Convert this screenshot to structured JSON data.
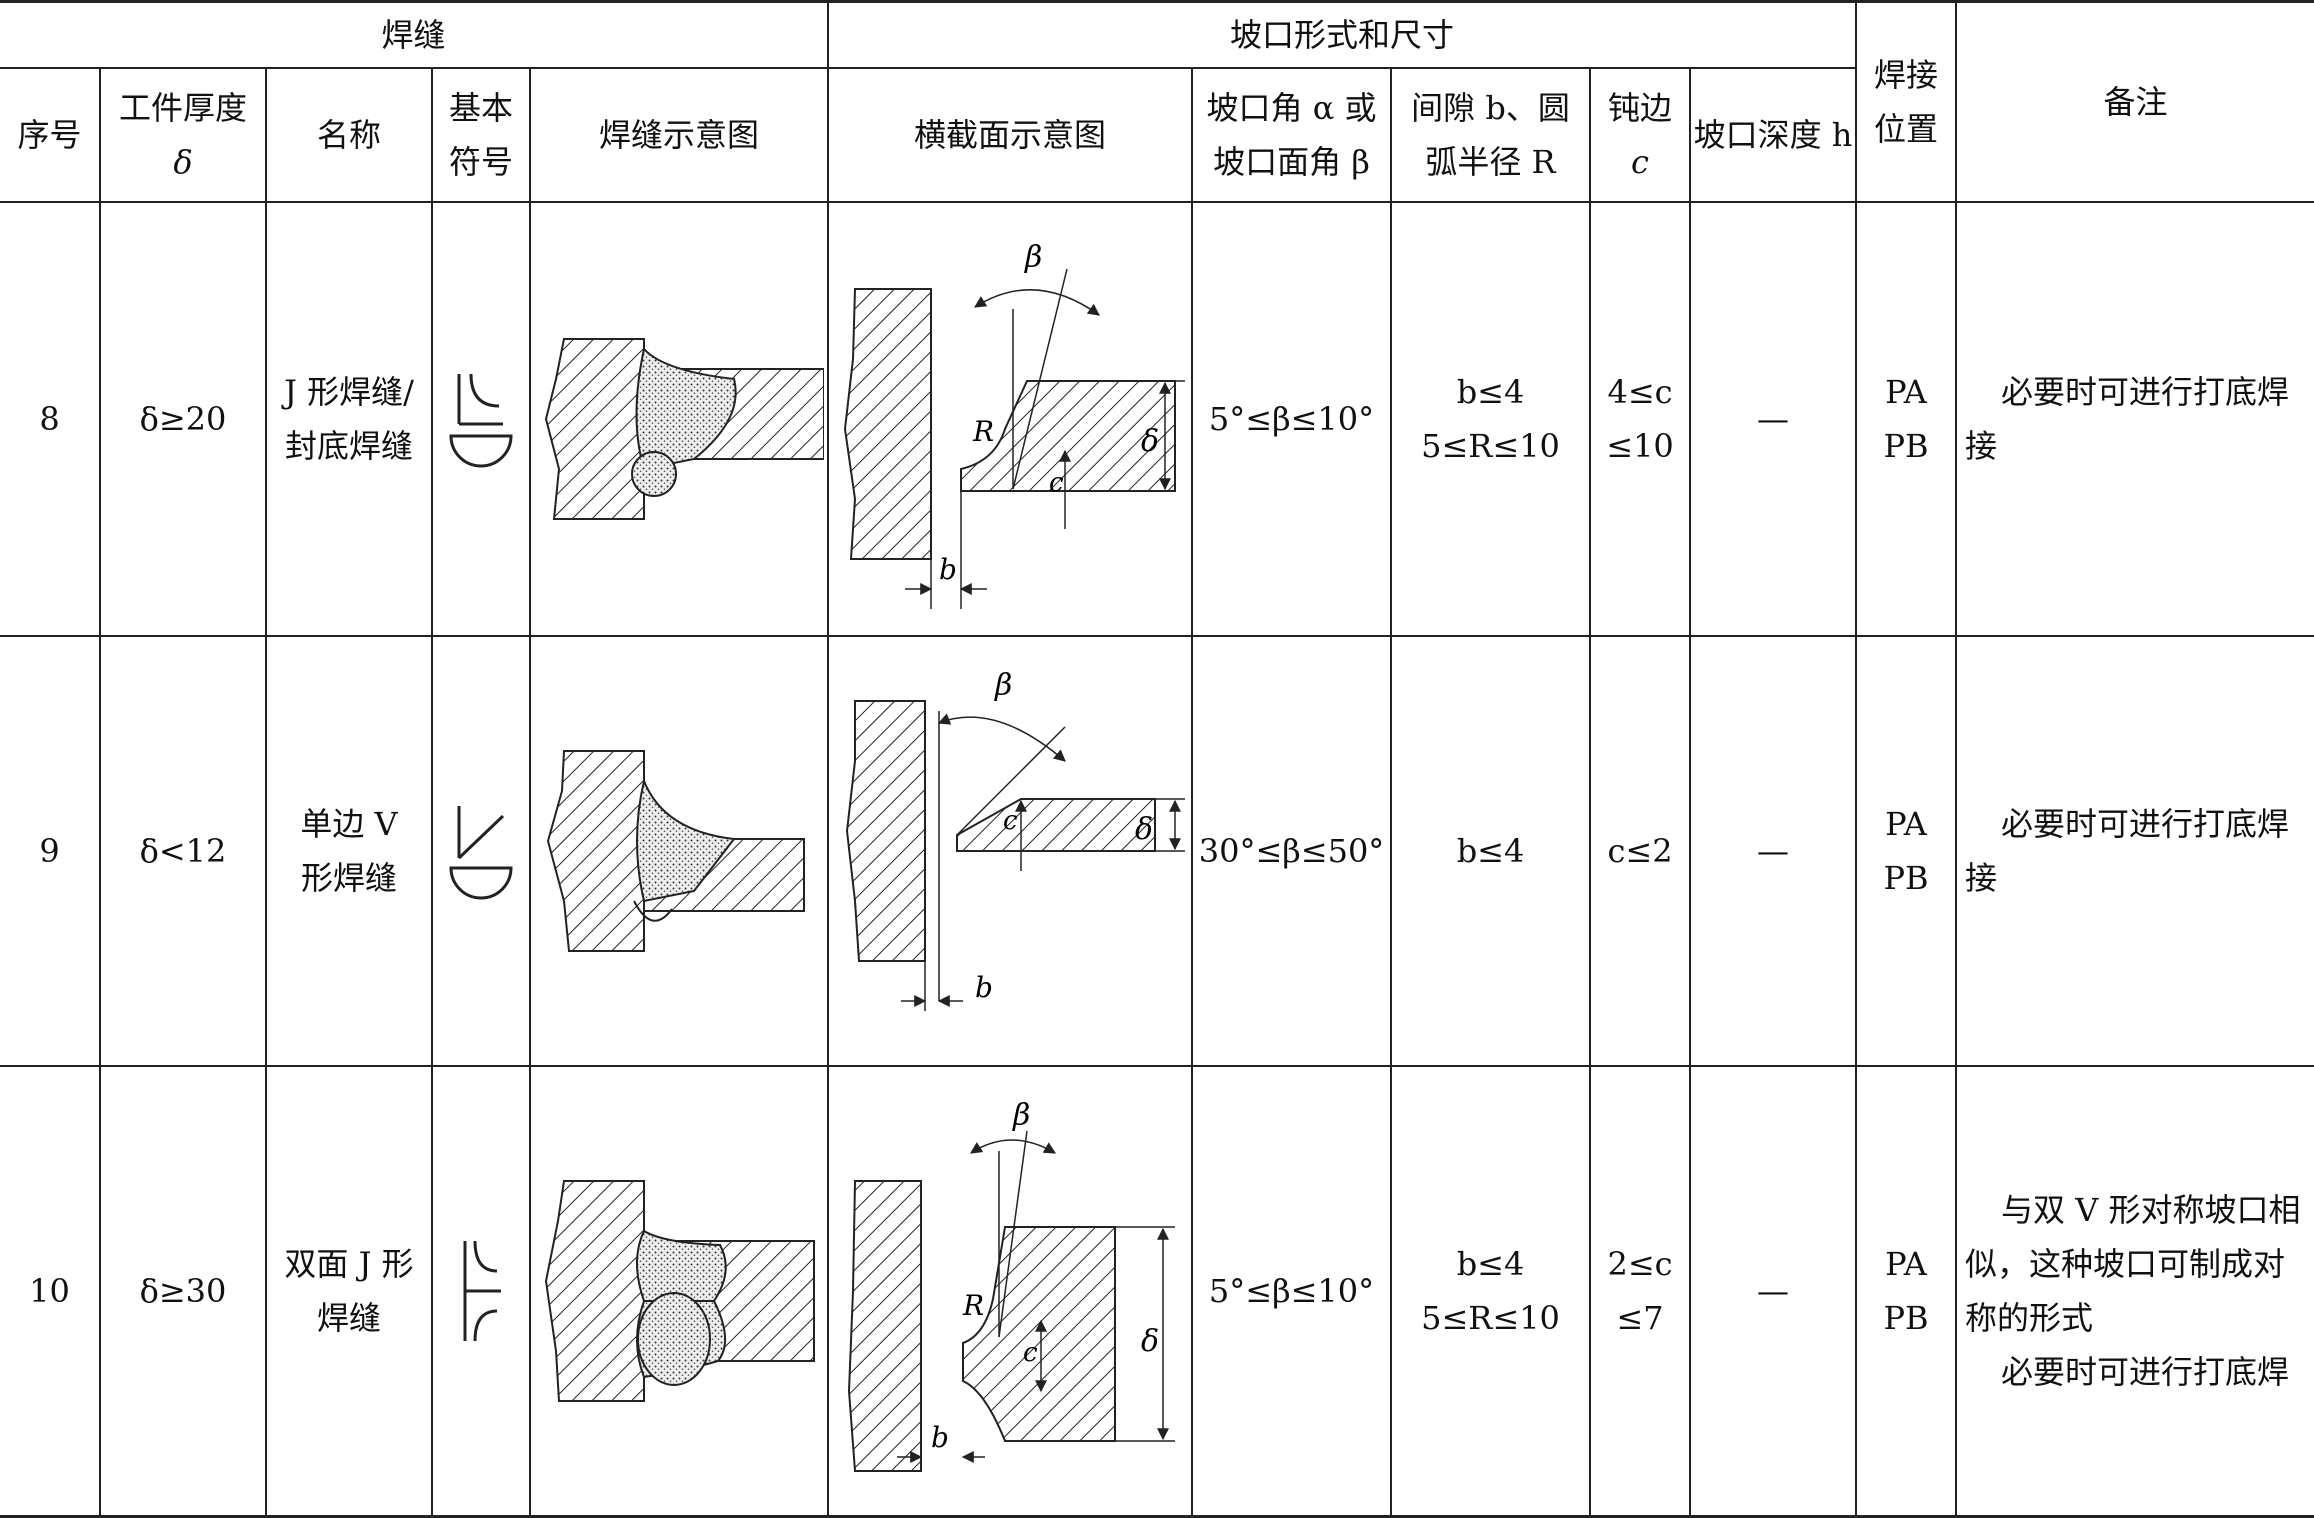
{
  "header": {
    "group_weld": "焊缝",
    "group_groove": "坡口形式和尺寸",
    "position_line1": "焊接",
    "position_line2": "位置",
    "remark": "备注",
    "col_no": "序号",
    "col_thickness_line1": "工件厚度",
    "col_thickness_line2": "δ",
    "col_name": "名称",
    "col_symbol_line1": "基本",
    "col_symbol_line2": "符号",
    "col_weld_figure": "焊缝示意图",
    "col_section_figure": "横截面示意图",
    "col_angle_line1": "坡口角 α 或",
    "col_angle_line2": "坡口面角 β",
    "col_gap_line1": "间隙 b、圆",
    "col_gap_line2": "弧半径 R",
    "col_root_line1": "钝边",
    "col_root_line2": "c",
    "col_depth": "坡口深度 h"
  },
  "rows": [
    {
      "no": "8",
      "thickness": "δ≥20",
      "name_line1": "J 形焊缝/",
      "name_line2": "封底焊缝",
      "symbol_icon": "j-groove-with-backing-weld-symbol",
      "angle": "5°≤β≤10°",
      "gap_line1": "b≤4",
      "gap_line2": "5≤R≤10",
      "root_line1": "4≤c",
      "root_line2": "≤10",
      "depth": "—",
      "position_line1": "PA",
      "position_line2": "PB",
      "remark_line1": "必要时可进行打底焊",
      "remark_line2": "接",
      "fig_labels": {
        "beta": "β",
        "r": "R",
        "delta": "δ",
        "c": "c",
        "b": "b"
      }
    },
    {
      "no": "9",
      "thickness": "δ<12",
      "name_line1": "单边 V",
      "name_line2": "形焊缝",
      "symbol_icon": "single-bevel-with-backing-weld-symbol",
      "angle": "30°≤β≤50°",
      "gap": "b≤4",
      "root": "c≤2",
      "depth": "—",
      "position_line1": "PA",
      "position_line2": "PB",
      "remark_line1": "必要时可进行打底焊",
      "remark_line2": "接",
      "fig_labels": {
        "beta": "β",
        "delta": "δ",
        "c": "c",
        "b": "b"
      }
    },
    {
      "no": "10",
      "thickness": "δ≥30",
      "name_line1": "双面 J 形",
      "name_line2": "焊缝",
      "symbol_icon": "double-j-groove-weld-symbol",
      "angle": "5°≤β≤10°",
      "gap_line1": "b≤4",
      "gap_line2": "5≤R≤10",
      "root_line1": "2≤c",
      "root_line2": "≤7",
      "depth": "—",
      "position_line1": "PA",
      "position_line2": "PB",
      "remark_line1": "与双 V 形对称坡口相",
      "remark_line2": "似，这种坡口可制成对",
      "remark_line3": "称的形式",
      "remark_line4": "必要时可进行打底焊",
      "fig_labels": {
        "beta": "β",
        "r": "R",
        "delta": "δ",
        "c": "c",
        "b": "b"
      }
    }
  ]
}
